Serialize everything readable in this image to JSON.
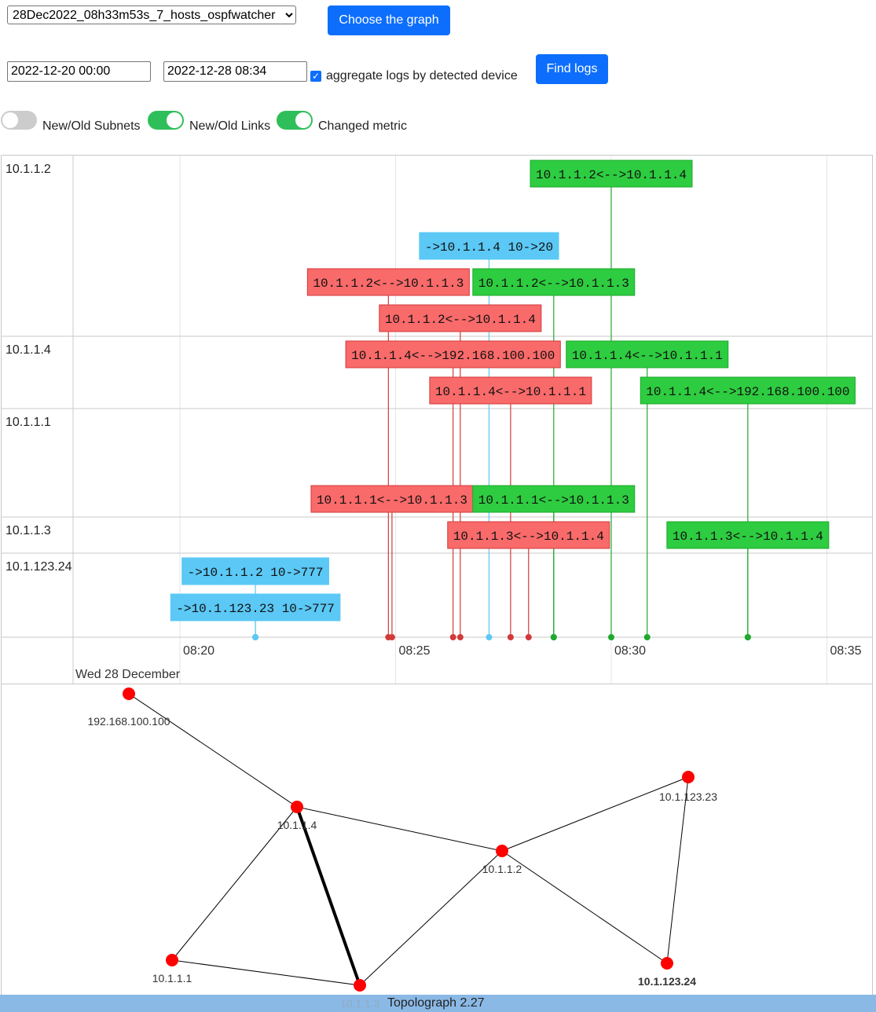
{
  "controls": {
    "graph_select_value": "28Dec2022_08h33m53s_7_hosts_ospfwatcher",
    "choose_button": "Choose the graph",
    "date_from": "2022-12-20 00:00",
    "date_to": "2022-12-28 08:34",
    "aggregate_label": "aggregate logs by detected device",
    "aggregate_checked": true,
    "find_button": "Find logs"
  },
  "toggles": [
    {
      "label": "New/Old Subnets",
      "on": false
    },
    {
      "label": "New/Old Links",
      "on": true
    },
    {
      "label": "Changed metric",
      "on": true
    }
  ],
  "colors": {
    "added": "#2ecc40",
    "removed": "#f96a6a",
    "metric": "#5bc8f5"
  },
  "timeline": {
    "date_label": "Wed 28 December",
    "groups": [
      "10.1.1.2",
      "10.1.1.4",
      "10.1.1.1",
      "10.1.1.3",
      "10.1.123.24"
    ],
    "axis_ticks": [
      "08:20",
      "08:25",
      "08:30",
      "08:35"
    ],
    "events": [
      {
        "text": "10.1.1.2<-->10.1.1.4",
        "type": "added",
        "group": "10.1.1.2",
        "time": "08:30:00"
      },
      {
        "text": "->10.1.1.4 10->20",
        "type": "metric",
        "group": "10.1.1.2",
        "time": "08:27:10"
      },
      {
        "text": "10.1.1.2<-->10.1.1.3",
        "type": "removed",
        "group": "10.1.1.2",
        "time": "08:24:50"
      },
      {
        "text": "10.1.1.2<-->10.1.1.3",
        "type": "added",
        "group": "10.1.1.2",
        "time": "08:28:40"
      },
      {
        "text": "10.1.1.2<-->10.1.1.4",
        "type": "removed",
        "group": "10.1.1.2",
        "time": "08:26:30"
      },
      {
        "text": "10.1.1.4<-->192.168.100.100",
        "type": "removed",
        "group": "10.1.1.4",
        "time": "08:26:20"
      },
      {
        "text": "10.1.1.4<-->10.1.1.1",
        "type": "added",
        "group": "10.1.1.4",
        "time": "08:30:50"
      },
      {
        "text": "10.1.1.4<-->10.1.1.1",
        "type": "removed",
        "group": "10.1.1.4",
        "time": "08:27:40"
      },
      {
        "text": "10.1.1.4<-->192.168.100.100",
        "type": "added",
        "group": "10.1.1.4",
        "time": "08:33:10"
      },
      {
        "text": "10.1.1.1<-->10.1.1.3",
        "type": "removed",
        "group": "10.1.1.1",
        "time": "08:24:55"
      },
      {
        "text": "10.1.1.1<-->10.1.1.3",
        "type": "added",
        "group": "10.1.1.1",
        "time": "08:28:40"
      },
      {
        "text": "10.1.1.3<-->10.1.1.4",
        "type": "removed",
        "group": "10.1.1.3",
        "time": "08:28:05"
      },
      {
        "text": "10.1.1.3<-->10.1.1.4",
        "type": "added",
        "group": "10.1.1.3",
        "time": "08:33:10"
      },
      {
        "text": "->10.1.1.2 10->777",
        "type": "metric",
        "group": "10.1.123.24",
        "time": "08:21:45"
      },
      {
        "text": "->10.1.123.23 10->777",
        "type": "metric",
        "group": "10.1.123.24",
        "time": "08:21:45"
      }
    ]
  },
  "topology": {
    "nodes": [
      {
        "id": "192.168.100.100",
        "label": "192.168.100.100",
        "bold": false
      },
      {
        "id": "10.1.1.4",
        "label": "10.1.1.4",
        "bold": false
      },
      {
        "id": "10.1.1.2",
        "label": "10.1.1.2",
        "bold": false
      },
      {
        "id": "10.1.123.23",
        "label": "10.1.123.23",
        "bold": false
      },
      {
        "id": "10.1.1.1",
        "label": "10.1.1.1",
        "bold": false
      },
      {
        "id": "10.1.1.3",
        "label": "10.1.1.3",
        "bold": false
      },
      {
        "id": "10.1.123.24",
        "label": "10.1.123.24",
        "bold": true
      }
    ],
    "edges": [
      {
        "from": "192.168.100.100",
        "to": "10.1.1.4",
        "heavy": false
      },
      {
        "from": "10.1.1.4",
        "to": "10.1.1.2",
        "heavy": false
      },
      {
        "from": "10.1.1.4",
        "to": "10.1.1.1",
        "heavy": false
      },
      {
        "from": "10.1.1.4",
        "to": "10.1.1.3",
        "heavy": true
      },
      {
        "from": "10.1.1.1",
        "to": "10.1.1.3",
        "heavy": false
      },
      {
        "from": "10.1.1.3",
        "to": "10.1.1.2",
        "heavy": false
      },
      {
        "from": "10.1.1.2",
        "to": "10.1.123.23",
        "heavy": false
      },
      {
        "from": "10.1.1.2",
        "to": "10.1.123.24",
        "heavy": false
      },
      {
        "from": "10.1.123.23",
        "to": "10.1.123.24",
        "heavy": false
      }
    ]
  },
  "footer": {
    "title": "Topolograph 2.27",
    "faded_label": "10.1.1.3"
  }
}
